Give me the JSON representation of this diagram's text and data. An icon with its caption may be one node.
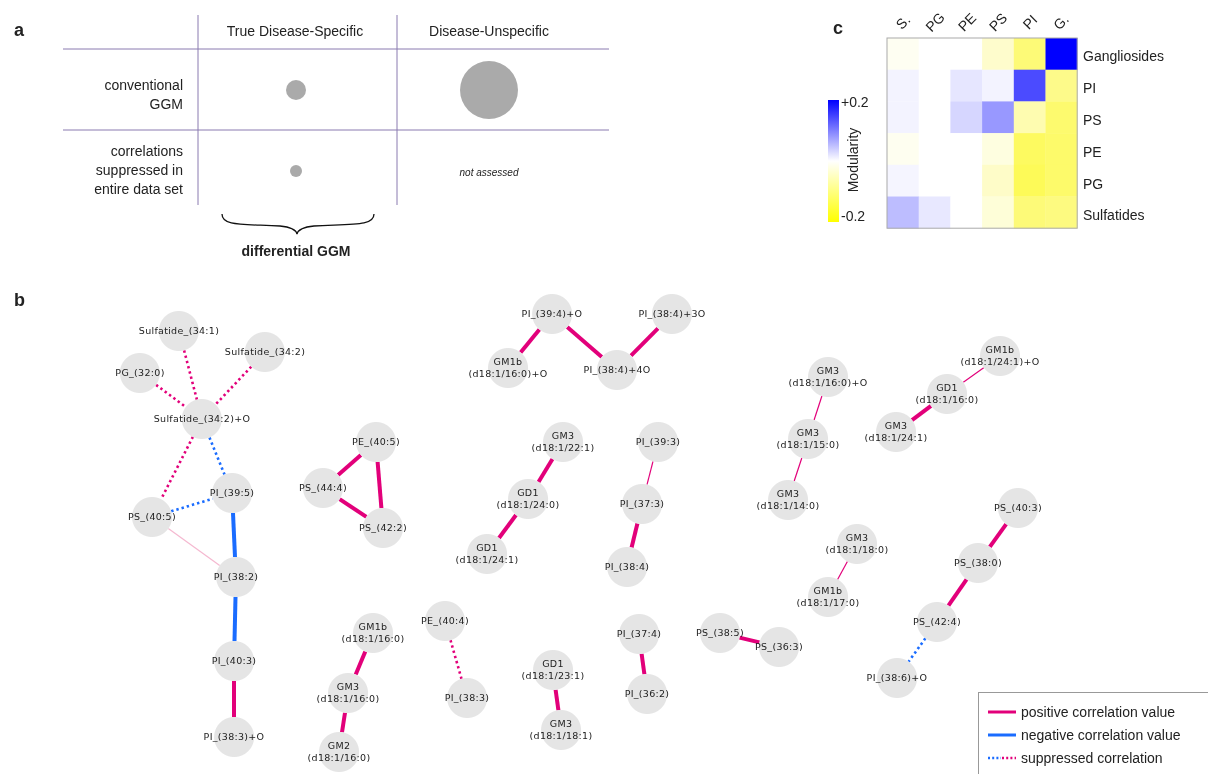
{
  "diagram": {
    "nodes": [
      {
        "text": [
          "Sulfatide_(34:1)"
        ]
      },
      {
        "text": [
          "Sulfatide_(34:2)"
        ]
      },
      {
        "text": [
          "PG_(32:0)"
        ]
      },
      {
        "text": [
          "Sulfatide_(34:2)+O"
        ]
      },
      {
        "text": [
          "PI_(39:5)"
        ]
      },
      {
        "text": [
          "PS_(40:5)"
        ]
      },
      {
        "text": [
          "PI_(38:2)"
        ]
      },
      {
        "text": [
          "PI_(40:3)"
        ]
      },
      {
        "text": [
          "PI_(38:3)+O"
        ]
      },
      {
        "text": [
          "PE_(40:5)"
        ]
      },
      {
        "text": [
          "PS_(44:4)"
        ]
      },
      {
        "text": [
          "PS_(42:2)"
        ]
      },
      {
        "text": [
          "PI_(39:4)+O"
        ]
      },
      {
        "text": [
          "PI_(38:4)+3O"
        ]
      },
      {
        "text": [
          "GM1b (d18:1/16:0)+O"
        ]
      },
      {
        "text": [
          "PI_(38:4)+4O"
        ]
      },
      {
        "text": [
          "GM3 (d18:1/22:1)"
        ]
      },
      {
        "text": [
          "GD1 (d18:1/24:0)"
        ]
      },
      {
        "text": [
          "GD1 (d18:1/24:1)"
        ]
      },
      {
        "text": [
          "PI_(39:3)"
        ]
      },
      {
        "text": [
          "PI_(37:3)"
        ]
      },
      {
        "text": [
          "PI_(38:4)"
        ]
      },
      {
        "text": [
          "GM3 (d18:1/16:0)+O"
        ]
      },
      {
        "text": [
          "GM3 (d18:1/15:0)"
        ]
      },
      {
        "text": [
          "GM3 (d18:1/14:0)"
        ]
      },
      {
        "text": [
          "GM1b (d18:1/24:1)+O"
        ]
      },
      {
        "text": [
          "GD1 (d18:1/16:0)"
        ]
      },
      {
        "text": [
          "GM3 (d18:1/24:1)"
        ]
      },
      {
        "text": [
          "GM3 (d18:1/18:0)"
        ]
      },
      {
        "text": [
          "GM1b (d18:1/17:0)"
        ]
      },
      {
        "text": [
          "PS_(40:3)"
        ]
      },
      {
        "text": [
          "PS_(38:0)"
        ]
      },
      {
        "text": [
          "PS_(42:4)"
        ]
      },
      {
        "text": [
          "PI_(38:6)+O"
        ]
      },
      {
        "text": [
          "GM1b (d18:1/16:0)"
        ]
      },
      {
        "text": [
          "GM3 (d18:1/16:0)"
        ]
      },
      {
        "text": [
          "GM2 (d18:1/16:0)"
        ]
      },
      {
        "text": [
          "PE_(40:4)"
        ]
      },
      {
        "text": [
          "PI_(38:3)"
        ]
      },
      {
        "text": [
          "GD1 (d18:1/23:1)"
        ]
      },
      {
        "text": [
          "GM3 (d18:1/18:1)"
        ]
      },
      {
        "text": [
          "PI_(37:4)"
        ]
      },
      {
        "text": [
          "PI_(36:2)"
        ]
      },
      {
        "text": [
          "PS_(38:5)"
        ]
      },
      {
        "text": [
          "PS_(36:3)"
        ]
      }
    ],
    "edges": [
      {
        "from": 0,
        "to": 3,
        "arrow": "none",
        "style": "dashed"
      },
      {
        "from": 1,
        "to": 3,
        "arrow": "none",
        "style": "dashed"
      },
      {
        "from": 2,
        "to": 3,
        "arrow": "none",
        "style": "dashed"
      },
      {
        "from": 3,
        "to": 5,
        "arrow": "none",
        "style": "dashed"
      },
      {
        "from": 3,
        "to": 4,
        "arrow": "none",
        "style": "dashed",
        "color": "#1a6cff"
      },
      {
        "from": 5,
        "to": 4,
        "arrow": "none",
        "style": "dashed",
        "color": "#1a6cff"
      },
      {
        "from": 4,
        "to": 6,
        "arrow": "none",
        "color": "#1a6cff"
      },
      {
        "from": 5,
        "to": 6,
        "arrow": "none",
        "color": "#f5b8d0"
      },
      {
        "from": 6,
        "to": 7,
        "arrow": "none",
        "color": "#1a6cff"
      },
      {
        "from": 7,
        "to": 8,
        "arrow": "none"
      },
      {
        "from": 9,
        "to": 10,
        "arrow": "none"
      },
      {
        "from": 9,
        "to": 11,
        "arrow": "none"
      },
      {
        "from": 10,
        "to": 11,
        "arrow": "none"
      },
      {
        "from": 12,
        "to": 14,
        "arrow": "none"
      },
      {
        "from": 12,
        "to": 15,
        "arrow": "none"
      },
      {
        "from": 13,
        "to": 15,
        "arrow": "none"
      },
      {
        "from": 16,
        "to": 17,
        "arrow": "none"
      },
      {
        "from": 17,
        "to": 18,
        "arrow": "none"
      },
      {
        "from": 19,
        "to": 20,
        "arrow": "none"
      },
      {
        "from": 20,
        "to": 21,
        "arrow": "none"
      },
      {
        "from": 22,
        "to": 23,
        "arrow": "none"
      },
      {
        "from": 23,
        "to": 24,
        "arrow": "none"
      },
      {
        "from": 25,
        "to": 26,
        "arrow": "none"
      },
      {
        "from": 26,
        "to": 27,
        "arrow": "none"
      },
      {
        "from": 28,
        "to": 29,
        "arrow": "none"
      },
      {
        "from": 30,
        "to": 31,
        "arrow": "none"
      },
      {
        "from": 31,
        "to": 32,
        "arrow": "none"
      },
      {
        "from": 32,
        "to": 33,
        "arrow": "none",
        "style": "dashed",
        "color": "#1a6cff"
      },
      {
        "from": 34,
        "to": 35,
        "arrow": "none"
      },
      {
        "from": 35,
        "to": 36,
        "arrow": "none"
      },
      {
        "from": 37,
        "to": 38,
        "arrow": "none",
        "style": "dashed"
      },
      {
        "from": 39,
        "to": 40,
        "arrow": "none"
      },
      {
        "from": 41,
        "to": 42,
        "arrow": "none"
      },
      {
        "from": 43,
        "to": 44,
        "arrow": "none"
      }
    ],
    "labels": [
      "a",
      "True Disease-Specific",
      "Disease-Unspecific",
      "conventional GGM",
      "correlations suppressed in entire data set",
      "not assessed",
      "differential GGM",
      "c",
      "S.",
      "PG",
      "PE",
      "PS",
      "PI",
      "G.",
      "Gangliosides",
      "PI",
      "PS",
      "PE",
      "PG",
      "Sulfatides",
      "+0.2",
      "Modularity",
      "-0.2",
      "b"
    ],
    "legend": [
      {
        "text": "positive correlation value"
      },
      {
        "text": "negative correlation value"
      },
      {
        "text": "suppressed correlation"
      }
    ]
  }
}
